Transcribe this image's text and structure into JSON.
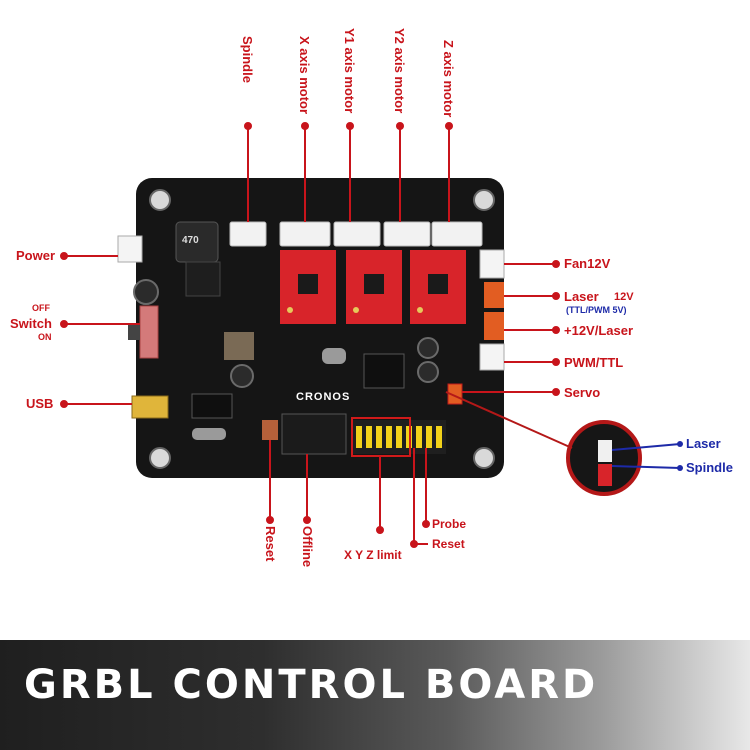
{
  "labels": {
    "spindle": "Spindle",
    "x_axis_motor": "X axis motor",
    "y1_axis_motor": "Y1 axis motor",
    "y2_axis_motor": "Y2 axis motor",
    "z_axis_motor": "Z axis motor",
    "power": "Power",
    "off": "OFF",
    "switch": "Switch",
    "on": "ON",
    "usb": "USB",
    "fan": "Fan12V",
    "laser": "Laser",
    "laser_voltage": "12V",
    "laser_sub": "(TTL/PWM 5V)",
    "plus12_laser": "+12V/Laser",
    "pwm_ttl": "PWM/TTL",
    "servo": "Servo",
    "inset_laser": "Laser",
    "inset_spindle": "Spindle",
    "reset_left": "Reset",
    "offline": "Offline",
    "xyz_limit": "X Y Z limit",
    "probe": "Probe",
    "reset_right": "Reset"
  },
  "board": {
    "brand": "CRONOS",
    "inductor": "470"
  },
  "banner": {
    "title": "GRBL CONTROL BOARD"
  },
  "colors": {
    "label_red": "#c8141b",
    "inset_blue": "#1d2aa8",
    "driver_red": "#d8242a",
    "pin_yellow": "#f2d21a",
    "pcb_black": "#151515"
  }
}
